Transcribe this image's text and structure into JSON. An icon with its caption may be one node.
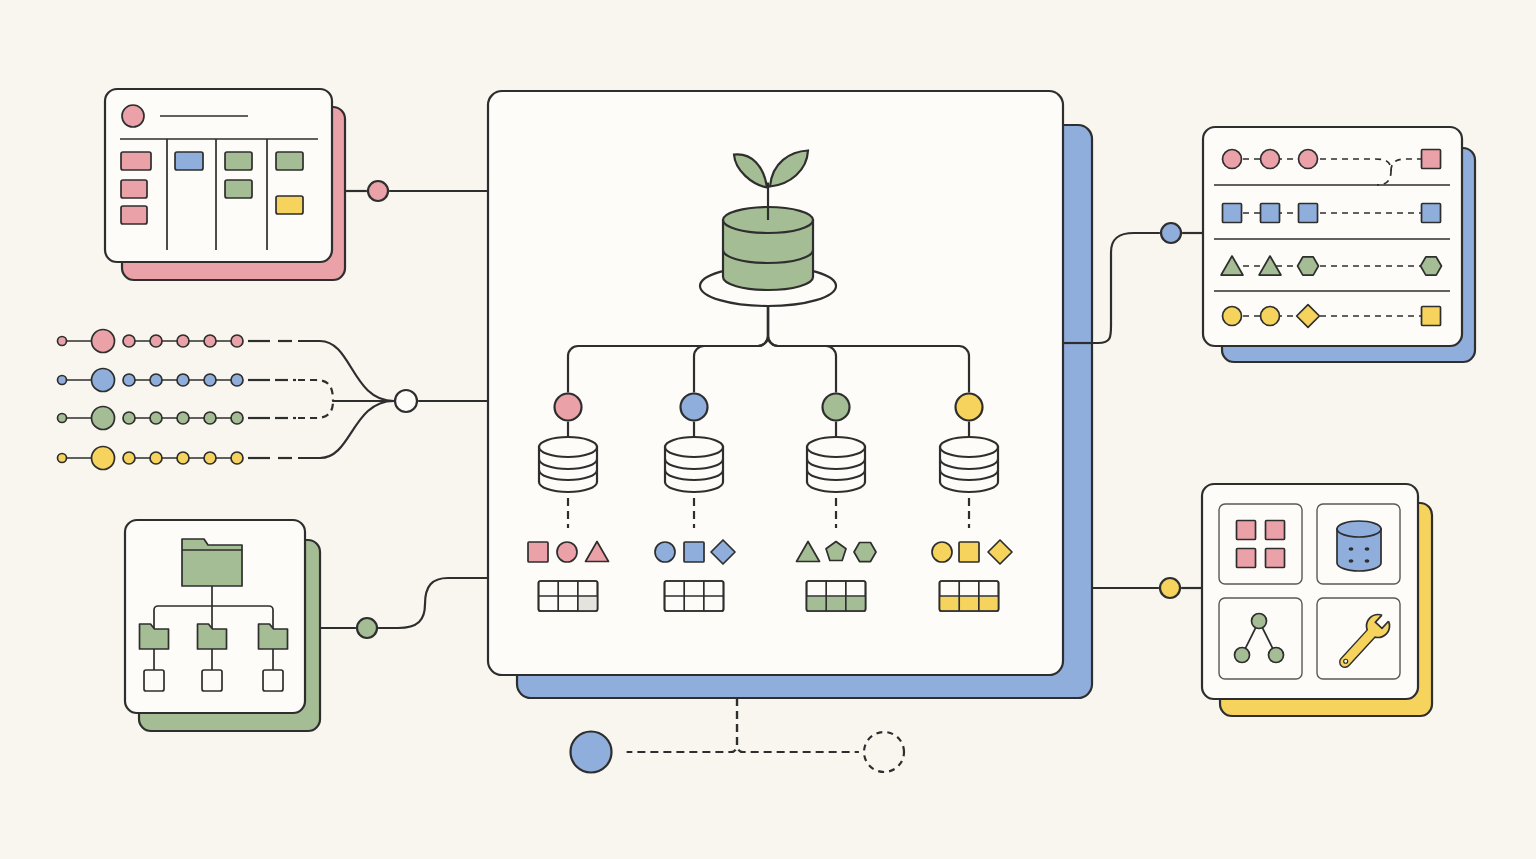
{
  "diagram": {
    "nodes": [
      {
        "text": [],
        "shape": "picture"
      },
      {
        "text": [],
        "shape": "circle"
      },
      {
        "text": [],
        "shape": "box"
      },
      {
        "text": [],
        "shape": "picture"
      },
      {
        "text": [],
        "shape": "picture"
      },
      {
        "text": [],
        "shape": "picture"
      },
      {
        "text": [],
        "shape": "picture"
      },
      {
        "text": [],
        "shape": "circle"
      },
      {
        "text": [],
        "shape": "picture"
      },
      {
        "text": [],
        "shape": "circle"
      },
      {
        "text": [],
        "shape": "picture",
        "in": 2
      },
      {
        "text": [],
        "shape": "circle",
        "in": 2
      },
      {
        "text": [],
        "shape": "circle",
        "in": 2
      },
      {
        "text": [],
        "shape": "circle",
        "in": 2
      },
      {
        "text": [],
        "shape": "circle",
        "in": 2
      },
      {
        "text": [],
        "shape": "cylinder",
        "in": 2
      },
      {
        "text": [],
        "shape": "cylinder",
        "in": 2
      },
      {
        "text": [],
        "shape": "cylinder",
        "in": 2
      },
      {
        "text": [],
        "shape": "cylinder",
        "in": 2
      },
      {
        "text": [],
        "shape": "picture",
        "in": 2
      },
      {
        "text": [],
        "shape": "picture",
        "in": 2
      },
      {
        "text": [],
        "shape": "picture",
        "in": 2
      },
      {
        "text": [],
        "shape": "picture",
        "in": 2
      },
      {
        "text": [],
        "shape": "circle"
      },
      {
        "text": [],
        "shape": "picture"
      },
      {
        "text": [],
        "shape": "circle"
      },
      {
        "text": [],
        "shape": "picture"
      },
      {
        "text": [],
        "shape": "circle"
      },
      {
        "text": [],
        "shape": "circle"
      }
    ],
    "edges": [
      {
        "from": 0,
        "to": 1,
        "arrow": "none"
      },
      {
        "from": 1,
        "to": 2,
        "arrow": "none"
      },
      {
        "from": 3,
        "to": 7,
        "arrow": "none"
      },
      {
        "from": 4,
        "to": 7,
        "arrow": "none",
        "style": "dashed"
      },
      {
        "from": 5,
        "to": 7,
        "arrow": "none",
        "style": "dashed"
      },
      {
        "from": 6,
        "to": 7,
        "arrow": "none"
      },
      {
        "from": 7,
        "to": 2,
        "arrow": "none"
      },
      {
        "from": 8,
        "to": 9,
        "arrow": "none"
      },
      {
        "from": 9,
        "to": 2,
        "arrow": "none"
      },
      {
        "from": 2,
        "to": 23,
        "arrow": "none"
      },
      {
        "from": 23,
        "to": 24,
        "arrow": "none"
      },
      {
        "from": 2,
        "to": 25,
        "arrow": "none"
      },
      {
        "from": 25,
        "to": 26,
        "arrow": "none"
      },
      {
        "from": 2,
        "to": 27,
        "arrow": "none",
        "style": "dashed"
      },
      {
        "from": 2,
        "to": 28,
        "arrow": "none",
        "style": "dashed"
      },
      {
        "from": 10,
        "to": 11,
        "arrow": "none"
      },
      {
        "from": 10,
        "to": 12,
        "arrow": "none"
      },
      {
        "from": 10,
        "to": 13,
        "arrow": "none"
      },
      {
        "from": 10,
        "to": 14,
        "arrow": "none"
      },
      {
        "from": 11,
        "to": 15,
        "arrow": "none"
      },
      {
        "from": 12,
        "to": 16,
        "arrow": "none"
      },
      {
        "from": 13,
        "to": 17,
        "arrow": "none"
      },
      {
        "from": 14,
        "to": 18,
        "arrow": "none"
      },
      {
        "from": 15,
        "to": 19,
        "arrow": "none",
        "style": "dashed"
      },
      {
        "from": 16,
        "to": 20,
        "arrow": "none",
        "style": "dashed"
      },
      {
        "from": 17,
        "to": 21,
        "arrow": "none",
        "style": "dashed"
      },
      {
        "from": 18,
        "to": 22,
        "arrow": "none",
        "style": "dashed"
      }
    ]
  }
}
